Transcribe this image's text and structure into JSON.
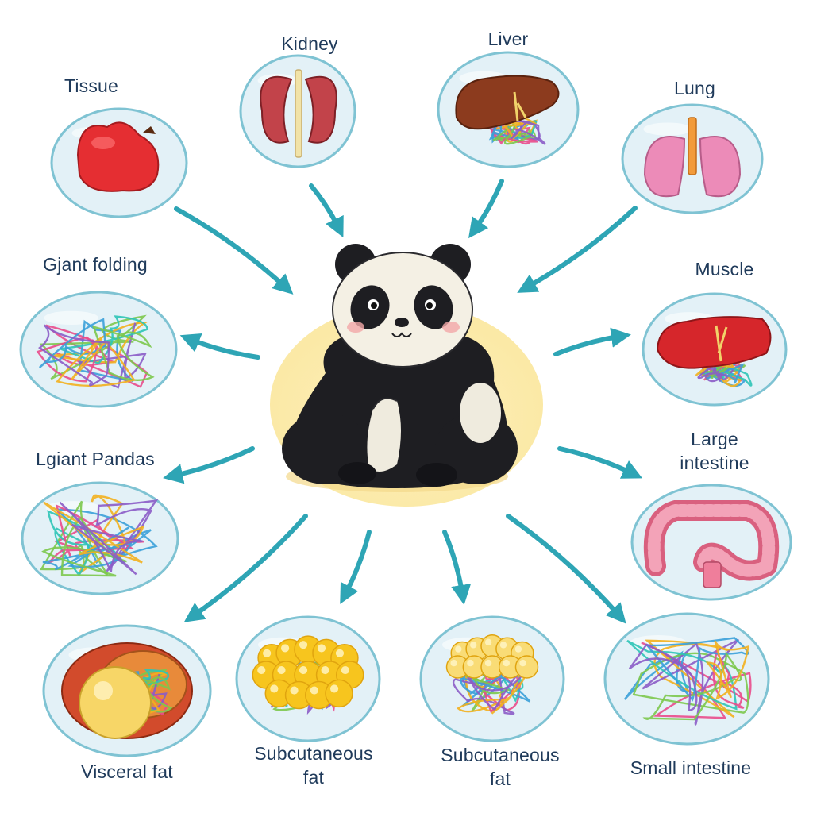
{
  "center": {
    "subject": "panda"
  },
  "nodes": [
    {
      "id": "tissue",
      "label": "Tissue",
      "icon": "red-organ-icon"
    },
    {
      "id": "kidney",
      "label": "Kidney",
      "icon": "kidney-icon"
    },
    {
      "id": "liver",
      "label": "Liver",
      "icon": "liver-icon"
    },
    {
      "id": "lung",
      "label": "Lung",
      "icon": "lung-icon"
    },
    {
      "id": "giant-folding",
      "label": "Gjant folding",
      "icon": "tangled-fibers-icon"
    },
    {
      "id": "muscle",
      "label": "Muscle",
      "icon": "muscle-icon"
    },
    {
      "id": "lgiant-pandas",
      "label": "Lgiant Pandas",
      "icon": "tangled-fibers-icon"
    },
    {
      "id": "large-intestine",
      "label": "Large\nintestine",
      "icon": "large-intestine-icon"
    },
    {
      "id": "visceral-fat",
      "label": "Visceral fat",
      "icon": "visceral-fat-icon"
    },
    {
      "id": "subcutaneous-fat-1",
      "label": "Subcutaneous\nfat",
      "icon": "fat-cells-icon"
    },
    {
      "id": "subcutaneous-fat-2",
      "label": "Subcutaneous\nfat",
      "icon": "fat-cells-icon"
    },
    {
      "id": "small-intestine",
      "label": "Small intestine",
      "icon": "tangled-fibers-icon"
    }
  ],
  "colors": {
    "arrow": "#2ea5b5",
    "bubble_fill": "#e3f1f7",
    "bubble_stroke": "#7fc3d3",
    "label_text": "#1f3a5a",
    "panda_black": "#1e1e22",
    "panda_white": "#f4f0e4",
    "halo": "#fcefb8"
  }
}
